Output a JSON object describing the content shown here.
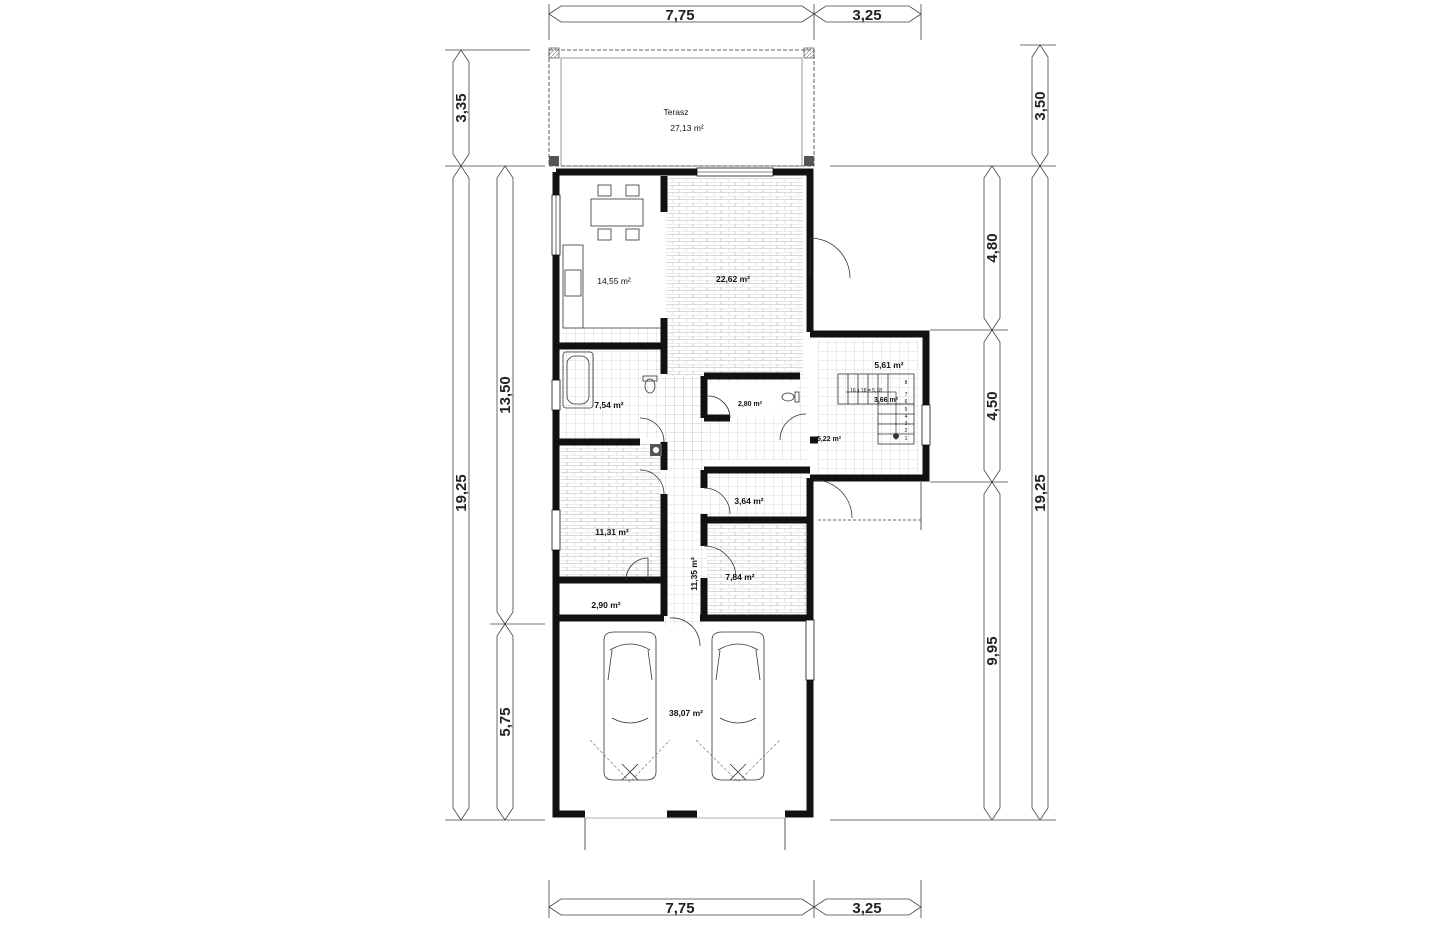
{
  "dimensions": {
    "top_left": "7,75",
    "top_right": "3,25",
    "bottom_left": "7,75",
    "bottom_right": "3,25",
    "left_outer_top": "3,35",
    "left_outer_total": "19,25",
    "left_mid_main": "13,50",
    "left_mid_garage": "5,75",
    "right_outer_top": "3,50",
    "right_outer_total": "19,25",
    "right_inner_1": "4,80",
    "right_inner_2": "4,50",
    "right_inner_3": "9,95"
  },
  "rooms": {
    "terrace_name": "Terasz",
    "terrace_area": "27,13 m²",
    "kitchen": "14,55 m²",
    "living": "22,62 m²",
    "bath": "7,54 m²",
    "wc": "2,80 m²",
    "hall_right": "5,61 m²",
    "stair_area": "3,66 m²",
    "entry": "5,22 m²",
    "bedroom_1": "11,31 m²",
    "pantry": "3,64 m²",
    "corridor": "11,35 m²",
    "bedroom_2": "7,84 m²",
    "storage": "2,90 m²",
    "garage": "38,07 m²",
    "stair_note": "16 x 18 = 5,18",
    "stair_numbers": [
      "1",
      "2",
      "3",
      "4",
      "5",
      "6",
      "7",
      "8"
    ]
  }
}
